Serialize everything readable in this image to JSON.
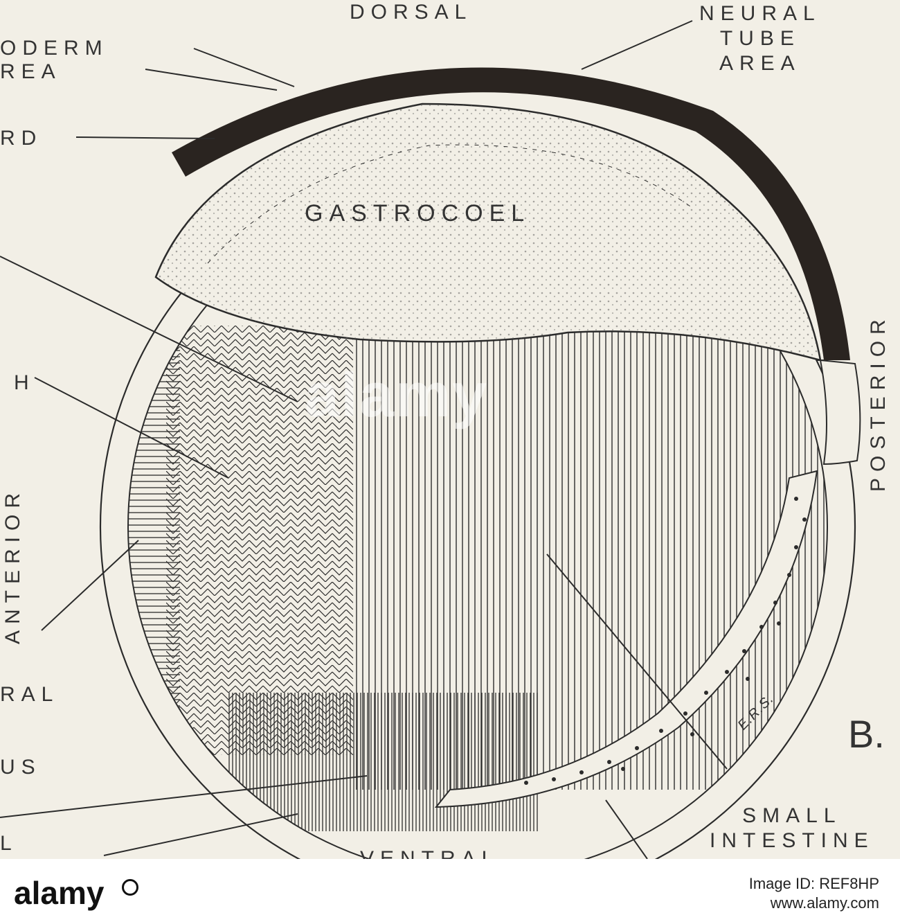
{
  "labels": {
    "dorsal": "DORSAL",
    "neural_tube_area": "NEURAL\nTUBE\nAREA",
    "ectoderm_cut": "ODERM",
    "area_cut": "REA",
    "chord_cut": "RD",
    "gastrocoel": "GASTROCOEL",
    "h_cut": "H",
    "anterior": "ANTERIOR",
    "posterior": "POSTERIOR",
    "ral_cut": "RAL",
    "us_cut": "US",
    "l_cut": "L",
    "small_intestine": "SMALL\nINTESTINE",
    "panel_letter": "B.",
    "signature": "E.R.S.",
    "bottom_cut": "VENTRAL"
  },
  "watermark": "alamy",
  "footer": {
    "brand": "alamy",
    "image_id_label": "Image ID: REF8HP",
    "site": "www.alamy.com"
  },
  "colors": {
    "paper": "#f2efe6",
    "ink": "#2b2b2b",
    "neural_plate": "#2a2420"
  }
}
